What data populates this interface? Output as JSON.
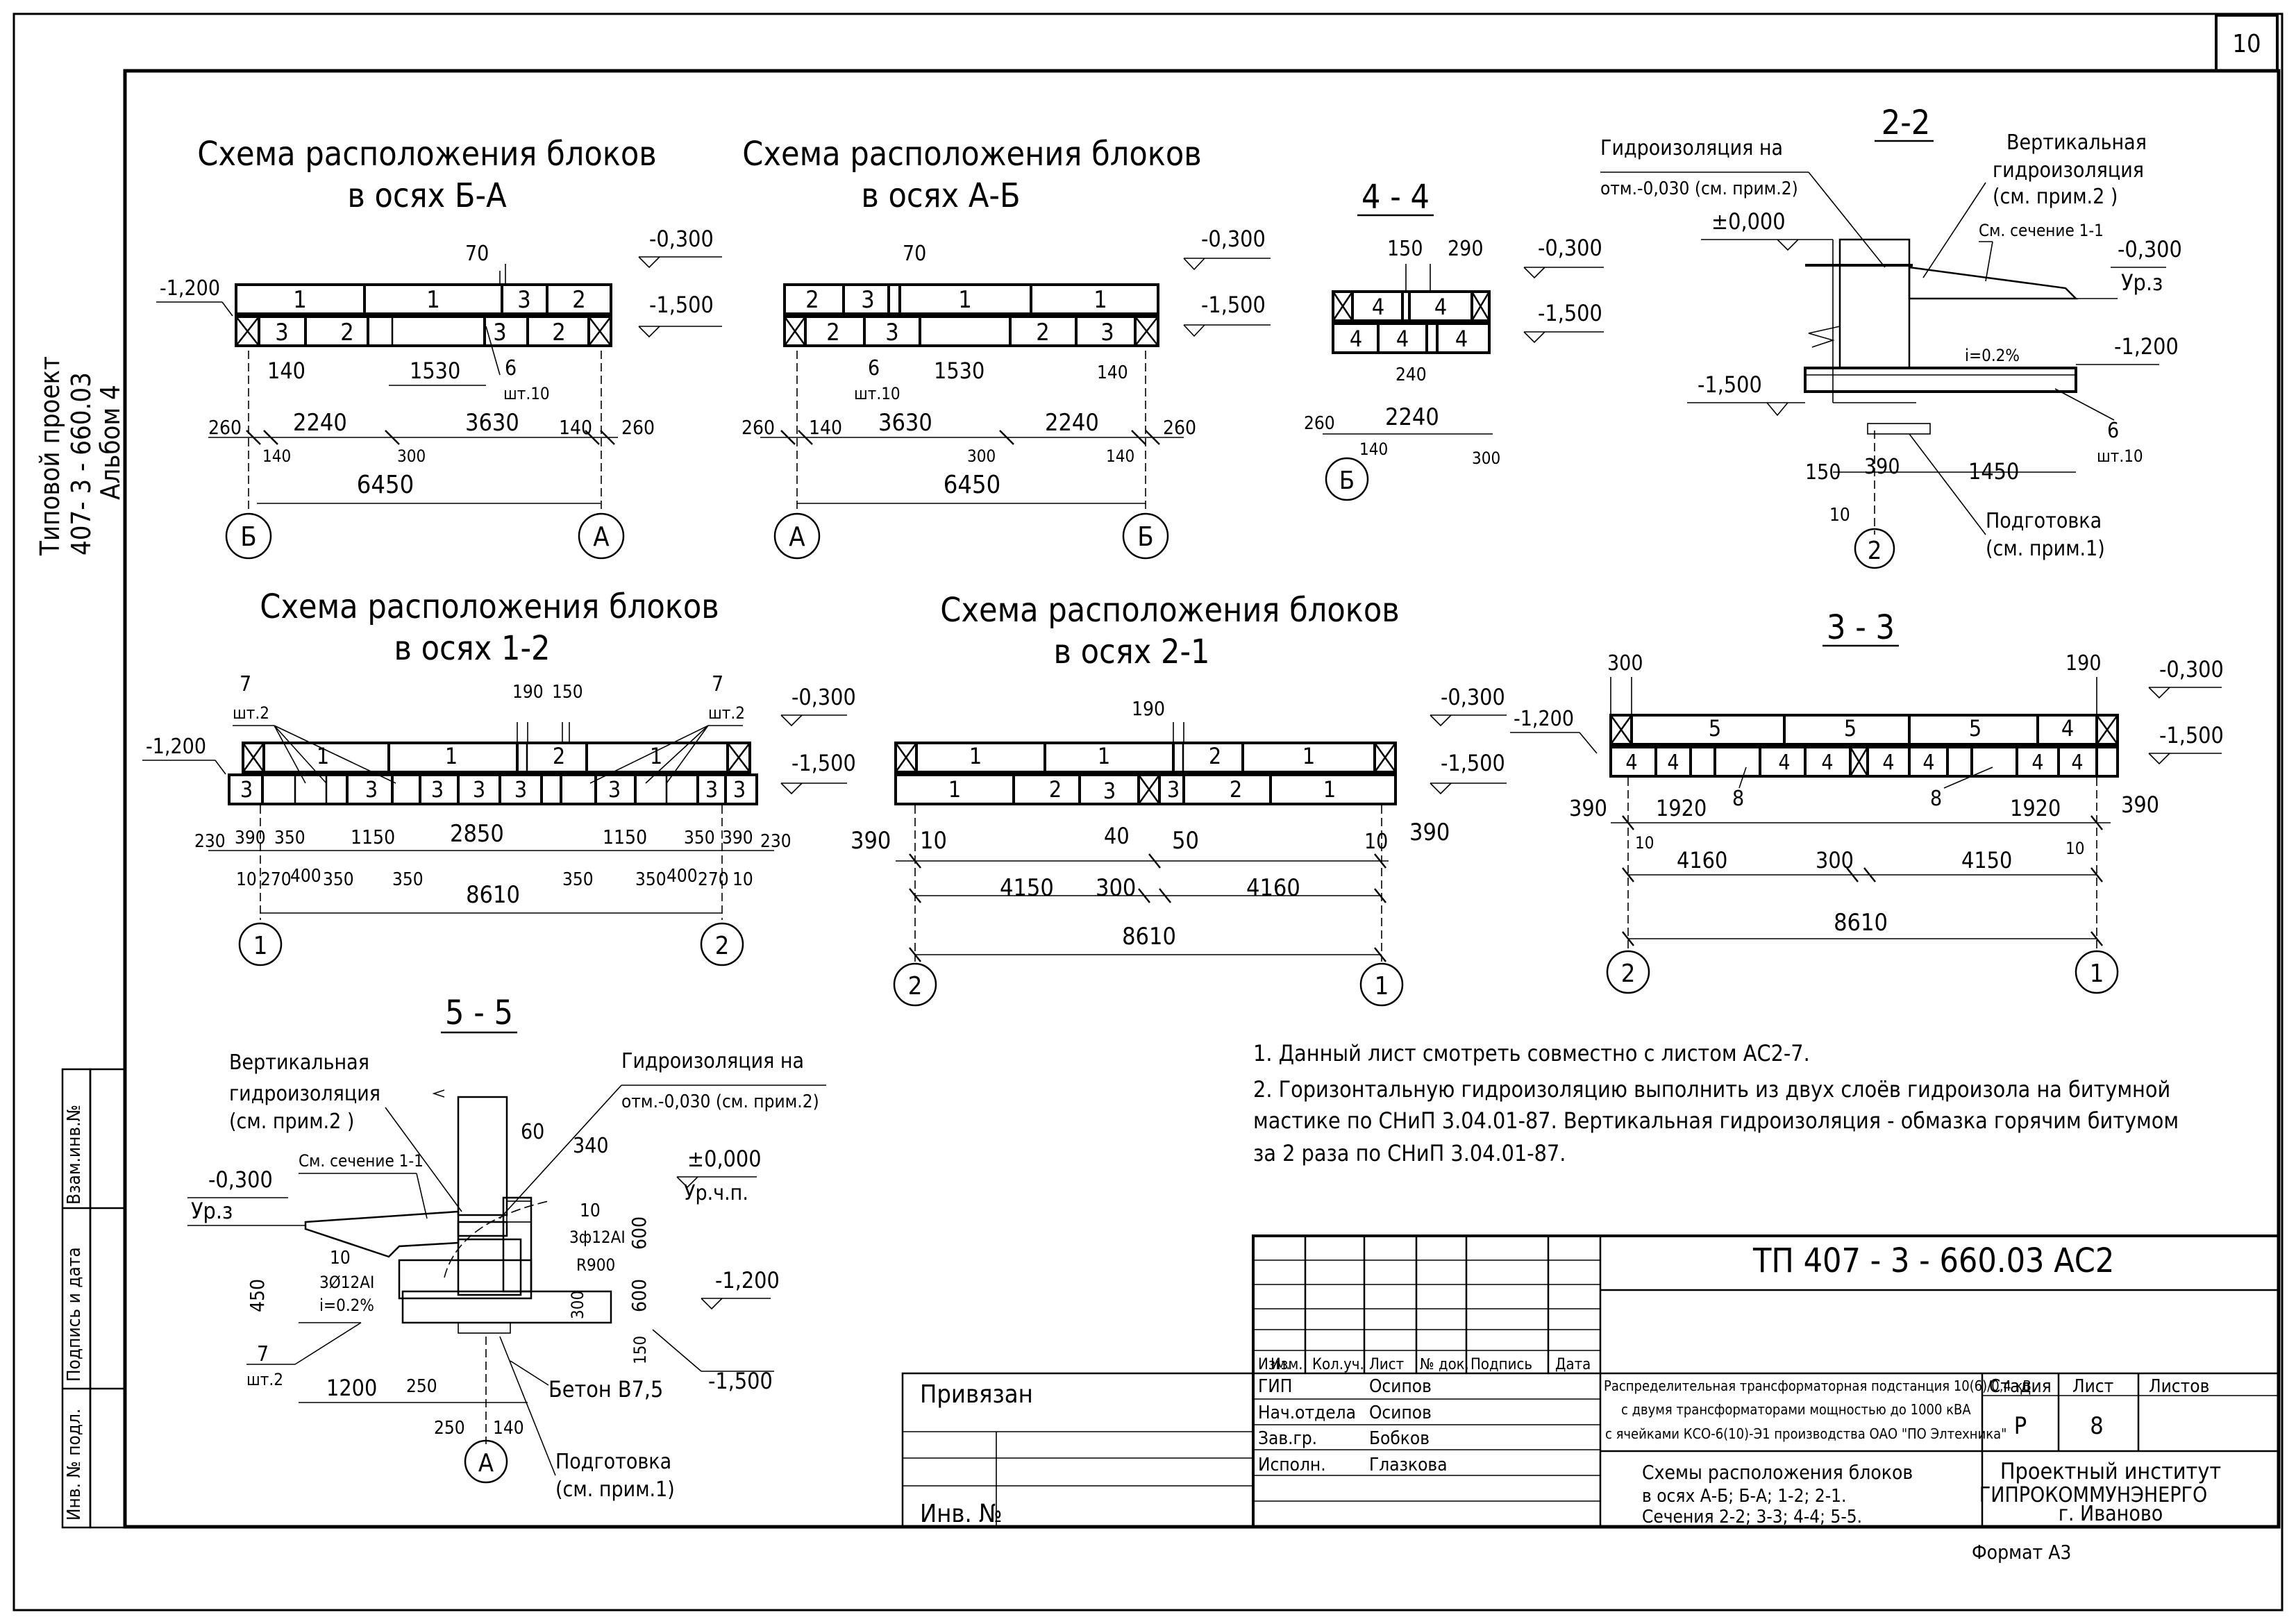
{
  "sheet_number": "10",
  "side_stamp": {
    "line1": "Типовой проект",
    "line2": "407- 3 - 660.03",
    "line3": "Альбом 4"
  },
  "left_strip": {
    "vzam": "Взам.инв.№",
    "podpis": "Подпись и дата",
    "inv_podl": "Инв. № подл."
  },
  "titles": {
    "b_a_1": "Схема расположения блоков",
    "b_a_2": "в осях Б-А",
    "a_b_1": "Схема расположения блоков",
    "a_b_2": "в осях А-Б",
    "s44": "4 - 4",
    "s22": "2-2",
    "one_two_1": "Схема расположения блоков",
    "one_two_2": "в осях 1-2",
    "two_one_1": "Схема расположения блоков",
    "two_one_2": "в осях 2-1",
    "s33": "3 - 3",
    "s55": "5 - 5"
  },
  "levels": {
    "m0300": "-0,300",
    "m1500": "-1,500",
    "m1200": "-1,200",
    "pm000": "±0,000",
    "ur_z": "Ур.з",
    "ur_chp": "Ур.ч.п.",
    "slope": "i=0.2%"
  },
  "dims": {
    "d70": "70",
    "d140": "140",
    "d1530": "1530",
    "d6": "6",
    "sht10": "шт.10",
    "d260": "260",
    "d2240": "2240",
    "d300": "300",
    "d3630": "3630",
    "d6450": "6450",
    "d150": "150",
    "d290": "290",
    "d240": "240",
    "d390": "390",
    "d1450": "1450",
    "d10": "10",
    "d7": "7",
    "sht2": "шт.2",
    "d190": "190",
    "d230": "230",
    "d350": "350",
    "d1150": "1150",
    "d2850": "2850",
    "d270": "270",
    "d400": "400",
    "d8610": "8610",
    "d40": "40",
    "d50": "50",
    "d4150": "4150",
    "d4160": "4160",
    "d1920": "1920",
    "d8": "8",
    "d340": "340",
    "d600": "600",
    "d450": "450",
    "d1200": "1200",
    "d250": "250",
    "d3f12": "3ф12АI",
    "d3012": "3Ø12АI",
    "r900": "R900",
    "d60": "60"
  },
  "axes": {
    "a": "А",
    "b": "Б",
    "one": "1",
    "two": "2"
  },
  "blocks": {
    "b1": "1",
    "b2": "2",
    "b3": "3",
    "b4": "4",
    "b5": "5"
  },
  "annotations": {
    "gidro_na": "Гидроизоляция на",
    "otm": "отм.-0,030 (см. прим.2)",
    "vert1": "Вертикальная",
    "vert2": "гидроизоляция",
    "vert3": "(см. прим.2 )",
    "sm_sech": "См. сечение 1-1",
    "podg1": "Подготовка",
    "podg2": "(см. прим.1)",
    "beton": "Бетон В7,5"
  },
  "notes": {
    "n1": "1. Данный лист смотреть совместно с листом АС2-7.",
    "n2a": "2. Горизонтальную гидроизоляцию выполнить из двух слоёв гидроизола    на битумной",
    "n2b": "мастике по СНиП 3.04.01-87. Вертикальная гидроизоляция - обмазка горячим битумом",
    "n2c": "за 2 раза по СНиП 3.04.01-87."
  },
  "title_block": {
    "code": "ТП   407 - 3 - 660.03     АС2",
    "izm": "Изм.",
    "kol": "Кол.уч.",
    "list": "Лист",
    "ndok": "№ док.",
    "podpis": "Подпись",
    "data": "Дата",
    "roles": [
      "ГИП",
      "Нач.отдела",
      "Зав.гр.",
      "Исполн."
    ],
    "names": [
      "Осипов",
      "Осипов",
      "Бобков",
      "Глазкова"
    ],
    "privyazan": "Привязан",
    "inv": "Инв. №",
    "desc1": "Распределительная трансформаторная подстанция 10(6)/0,4 кВ",
    "desc2": "с двумя трансформаторами мощностью до 1000 кВА",
    "desc3": "с ячейками  КСО-6(10)-Э1 производства ОАО \"ПО Элтехника\"",
    "sheet1": "Схемы расположения блоков",
    "sheet2": "в осях А-Б; Б-А; 1-2; 2-1.",
    "sheet3": "Сечения 2-2; 3-3; 4-4; 5-5.",
    "stadia_h": "Стадия",
    "list_h": "Лист",
    "listov_h": "Листов",
    "stadia": "Р",
    "list_v": "8",
    "inst1": "Проектный институт",
    "inst2": "ГИПРОКОММУНЭНЕРГО",
    "inst3": "г. Иваново",
    "format": "Формат А3"
  }
}
